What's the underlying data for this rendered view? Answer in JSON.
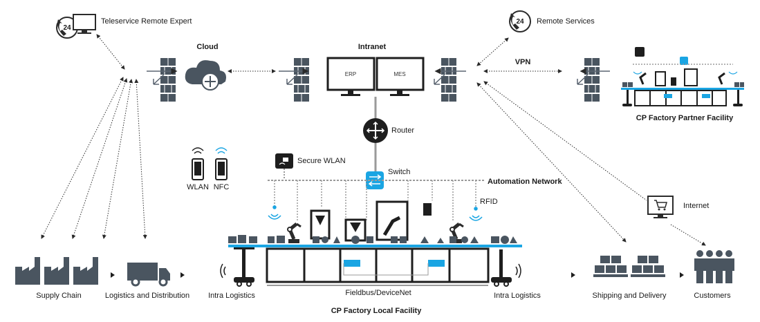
{
  "colors": {
    "dark": "#3c3c3c",
    "grey": "#5a6470",
    "accent": "#1aa5e3",
    "line": "#9a9a9a"
  },
  "labels": {
    "teleservice": "Teleservice Remote Expert",
    "remote_services": "Remote Services",
    "cloud": "Cloud",
    "intranet": "Intranet",
    "vpn": "VPN",
    "erp": "ERP",
    "mes": "MES",
    "router": "Router",
    "secure_wlan": "Secure WLAN",
    "switch": "Switch",
    "automation_network": "Automation Network",
    "rfid": "RFID",
    "wlan": "WLAN",
    "nfc": "NFC",
    "internet": "Internet",
    "partner_facility": "CP Factory Partner Facility",
    "supply_chain": "Supply Chain",
    "logistics_distribution": "Logistics and Distribution",
    "intra_logistics_left": "Intra Logistics",
    "fieldbus": "Fieldbus/DeviceNet",
    "intra_logistics_right": "Intra Logistics",
    "shipping_delivery": "Shipping and Delivery",
    "customers": "Customers",
    "local_facility": "CP Factory Local Facility",
    "hotline_number": "24"
  },
  "icons": [
    "phone-24-icon",
    "monitor-icon",
    "firewall-icon",
    "cloud-icon",
    "erp-screen-icon",
    "mes-screen-icon",
    "router-icon",
    "secure-wlan-icon",
    "switch-icon",
    "smartphone-icon",
    "wifi-icon",
    "cart-screen-icon",
    "factory-icon",
    "truck-icon",
    "agv-icon",
    "robot-arm-icon",
    "pallet-boxes-icon",
    "people-icon",
    "arrow-right-icon"
  ]
}
